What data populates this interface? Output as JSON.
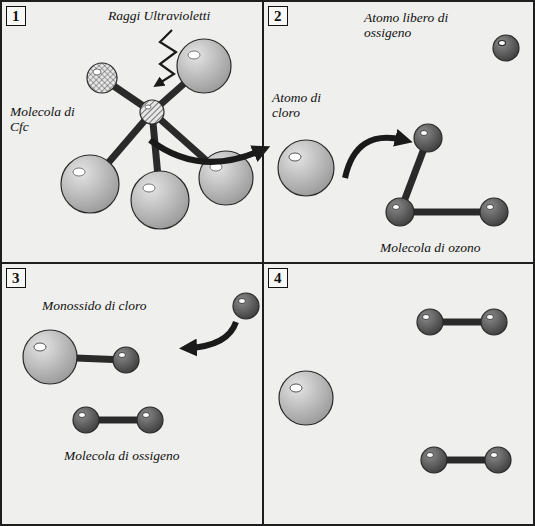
{
  "diagram": {
    "nodes": [
      {
        "text": [
          "1",
          "Raggi Ultravioletti",
          "Molecola di Cfc"
        ]
      },
      {
        "text": [
          "2",
          "Atomo libero di ossigeno",
          "Atomo di cloro",
          "Molecola di ozono"
        ]
      },
      {
        "text": [
          "3",
          "Monossido di cloro",
          "Molecola di ossigeno"
        ]
      },
      {
        "text": [
          "4"
        ]
      }
    ]
  }
}
